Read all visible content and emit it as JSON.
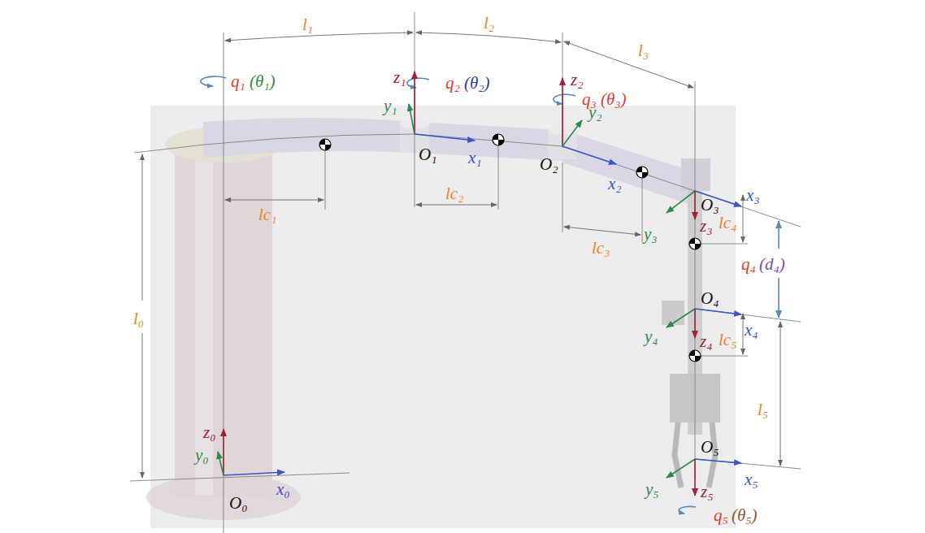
{
  "diagram": {
    "labels": [
      "l₁",
      "l₂",
      "l₃",
      "q₁",
      "(θ₁)",
      "z₁",
      "q₂",
      "(θ₂)",
      "z₂",
      "q₃",
      "(θ₃)",
      "y₁",
      "y₂",
      "O₁",
      "x₁",
      "O₂",
      "x₂",
      "l₀",
      "lc₁",
      "lc₂",
      "lc₃",
      "O₃",
      "x₃",
      "y₃",
      "z₃",
      "lc₄",
      "q₄",
      "(d₄)",
      "O₄",
      "x₄",
      "y₄",
      "z₄",
      "lc₅",
      "l₅",
      "z₀",
      "y₀",
      "O₀",
      "x₀",
      "O₅",
      "x₅",
      "y₅",
      "z₅",
      "q₅",
      "(θ₅)"
    ]
  }
}
